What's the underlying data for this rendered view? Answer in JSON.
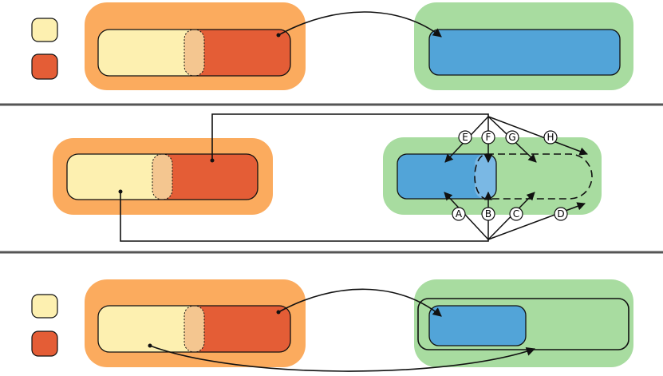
{
  "colors": {
    "orange_container": "#fbab5e",
    "green_container": "#a8dca0",
    "cream": "#fdf0b0",
    "red_orange": "#e45d36",
    "blue": "#52a4d8",
    "overlap_cream": "#f4c690",
    "overlap_blue": "#7ab8e4",
    "divider": "#555555",
    "stroke": "#111111"
  },
  "legend_swatches": [
    "cream",
    "red_orange"
  ],
  "circle_labels": {
    "a": "A",
    "b": "B",
    "c": "C",
    "d": "D",
    "e": "E",
    "f": "F",
    "g": "G",
    "h": "H"
  }
}
